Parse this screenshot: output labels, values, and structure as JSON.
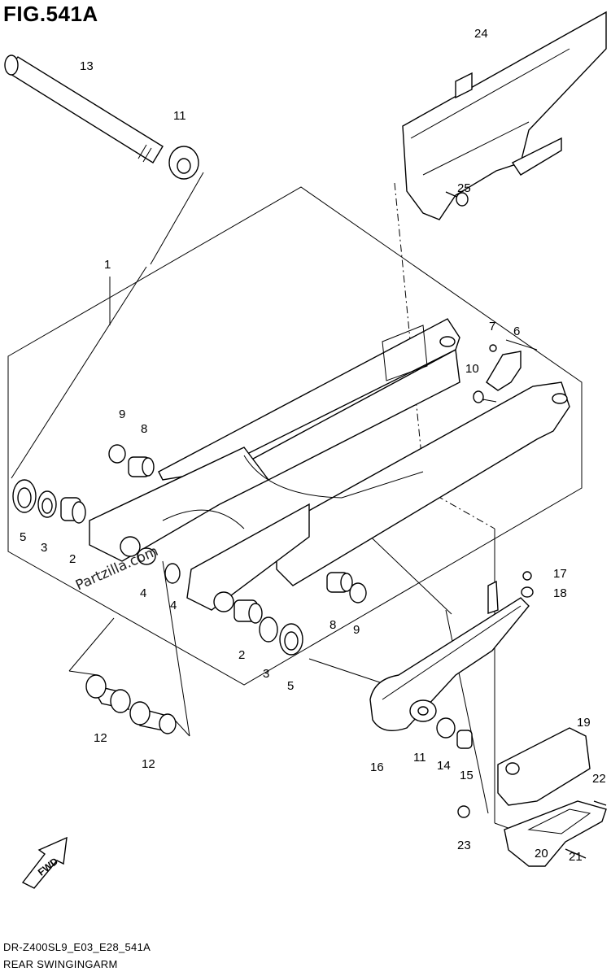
{
  "figure": {
    "title": "FIG.541A",
    "code": "DR-Z400SL9_E03_E28_541A",
    "name": "REAR SWINGINGARM",
    "watermark": "Partzilla.com",
    "fwd_label": "FWD"
  },
  "callouts": [
    "1",
    "2",
    "2",
    "3",
    "3",
    "4",
    "4",
    "5",
    "5",
    "6",
    "7",
    "8",
    "8",
    "9",
    "9",
    "10",
    "11",
    "11",
    "12",
    "12",
    "13",
    "14",
    "15",
    "16",
    "17",
    "18",
    "19",
    "20",
    "21",
    "22",
    "23",
    "24",
    "25"
  ]
}
